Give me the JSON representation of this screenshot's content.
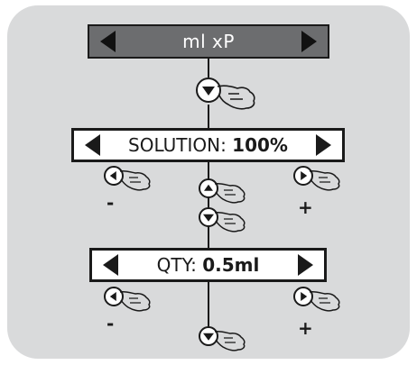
{
  "mode": {
    "label": "ml xP",
    "icon_left": "triangle-left-icon",
    "icon_right": "triangle-right-icon"
  },
  "solution": {
    "label": "SOLUTION:",
    "value": "100%"
  },
  "quantity": {
    "label": "QTY:",
    "value": "0.5ml"
  },
  "controls": {
    "minus": "-",
    "plus": "+"
  },
  "icons": {
    "down": "down-arrow-button-icon",
    "up": "up-arrow-button-icon",
    "left": "left-arrow-button-icon",
    "right": "right-arrow-button-icon",
    "hand": "pointing-hand-icon"
  },
  "colors": {
    "panel": "#d9dadb",
    "mode_bar": "#6c6d6f",
    "ink": "#1a1a1a",
    "white": "#ffffff"
  }
}
